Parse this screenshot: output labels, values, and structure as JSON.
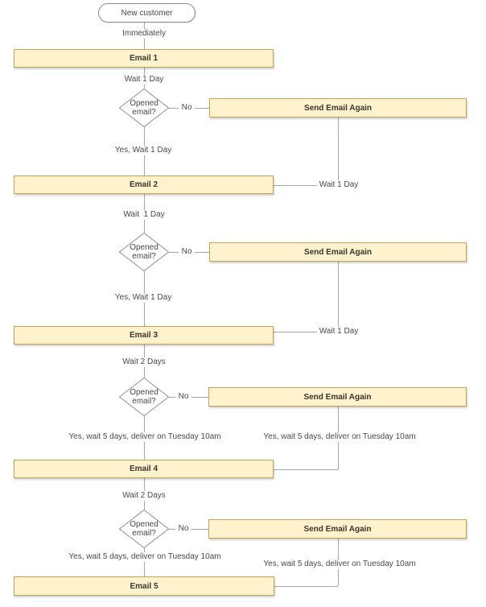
{
  "colors": {
    "canvas_bg": "#FFFFFF",
    "box_fill": "#FFF2CC",
    "box_border": "#C3A254",
    "line": "#A6A6A6",
    "shape_border": "#8F8F8F"
  },
  "start": {
    "label": "New customer",
    "out_label": "Immediately"
  },
  "sections": [
    {
      "email": "Email 1",
      "out_label": "Wait 1 Day",
      "decision": "Opened email?",
      "no": "No",
      "resend": "Send Email Again",
      "yes_label": "Yes, Wait 1 Day",
      "resend_label": "Wait 1 Day"
    },
    {
      "email": "Email 2",
      "out_label": "Wait  1 Day",
      "decision": "Opened email?",
      "no": "No",
      "resend": "Send Email Again",
      "yes_label": "Yes, Wait 1 Day",
      "resend_label": "Wait 1 Day"
    },
    {
      "email": "Email 3",
      "out_label": "Wait 2 Days",
      "decision": "Opened email?",
      "no": "No",
      "resend": "Send Email Again",
      "yes_label": "Yes, wait 5 days, deliver on Tuesday 10am",
      "resend_label": "Yes, wait 5 days, deliver on Tuesday 10am"
    },
    {
      "email": "Email 4",
      "out_label": "Wait 2 Days",
      "decision": "Opened email?",
      "no": "No",
      "resend": "Send Email Again",
      "yes_label": "Yes, wait 5 days, deliver on Tuesday 10am",
      "resend_label": "Yes, wait 5 days, deliver on Tuesday 10am"
    },
    {
      "email": "Email 5"
    }
  ]
}
